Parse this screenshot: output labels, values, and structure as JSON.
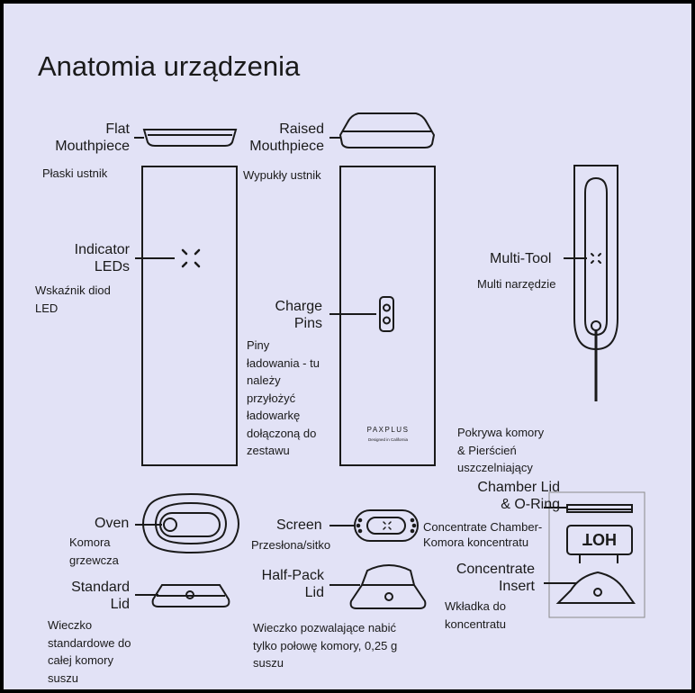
{
  "title": "Anatomia urządzenia",
  "device_brand": "PAXPLUS",
  "device_tagline": "Designed in California",
  "insert_marking": "HOT",
  "parts": {
    "flat_mouthpiece": {
      "en": "Flat\nMouthpiece",
      "pl": "Płaski ustnik"
    },
    "raised_mouthpiece": {
      "en": "Raised\nMouthpiece",
      "pl": "Wypukły ustnik"
    },
    "indicator_leds": {
      "en": "Indicator\nLEDs",
      "pl": "Wskaźnik diod\nLED"
    },
    "charge_pins": {
      "en": "Charge\nPins",
      "pl": "Piny\nładowania - tu\nnależy\nprzyłożyć\nładowarkę\ndołączoną do\nzestawu"
    },
    "multi_tool": {
      "en": "Multi-Tool",
      "pl": "Multi narzędzie"
    },
    "chamber_lid": {
      "en": "Chamber Lid\n& O-Ring",
      "pl": "Pokrywa komory\n& Pierścień\nuszczelniający"
    },
    "oven": {
      "en": "Oven",
      "pl": "Komora\ngrzewcza"
    },
    "screen": {
      "en": "Screen",
      "pl": "Przesłona/sitko"
    },
    "concentrate_chamber": {
      "en": "Concentrate Chamber-",
      "pl": "Komora koncentratu"
    },
    "concentrate_insert": {
      "en": "Concentrate\nInsert",
      "pl": "Wkładka do\nkoncentratu"
    },
    "standard_lid": {
      "en": "Standard\nLid",
      "pl": "Wieczko\nstandardowe do\ncałej komory\nsuszu"
    },
    "half_pack_lid": {
      "en": "Half-Pack\nLid",
      "pl": "Wieczko pozwalające nabić\ntylko połowę komory, 0,25 g\nsuszu"
    }
  }
}
